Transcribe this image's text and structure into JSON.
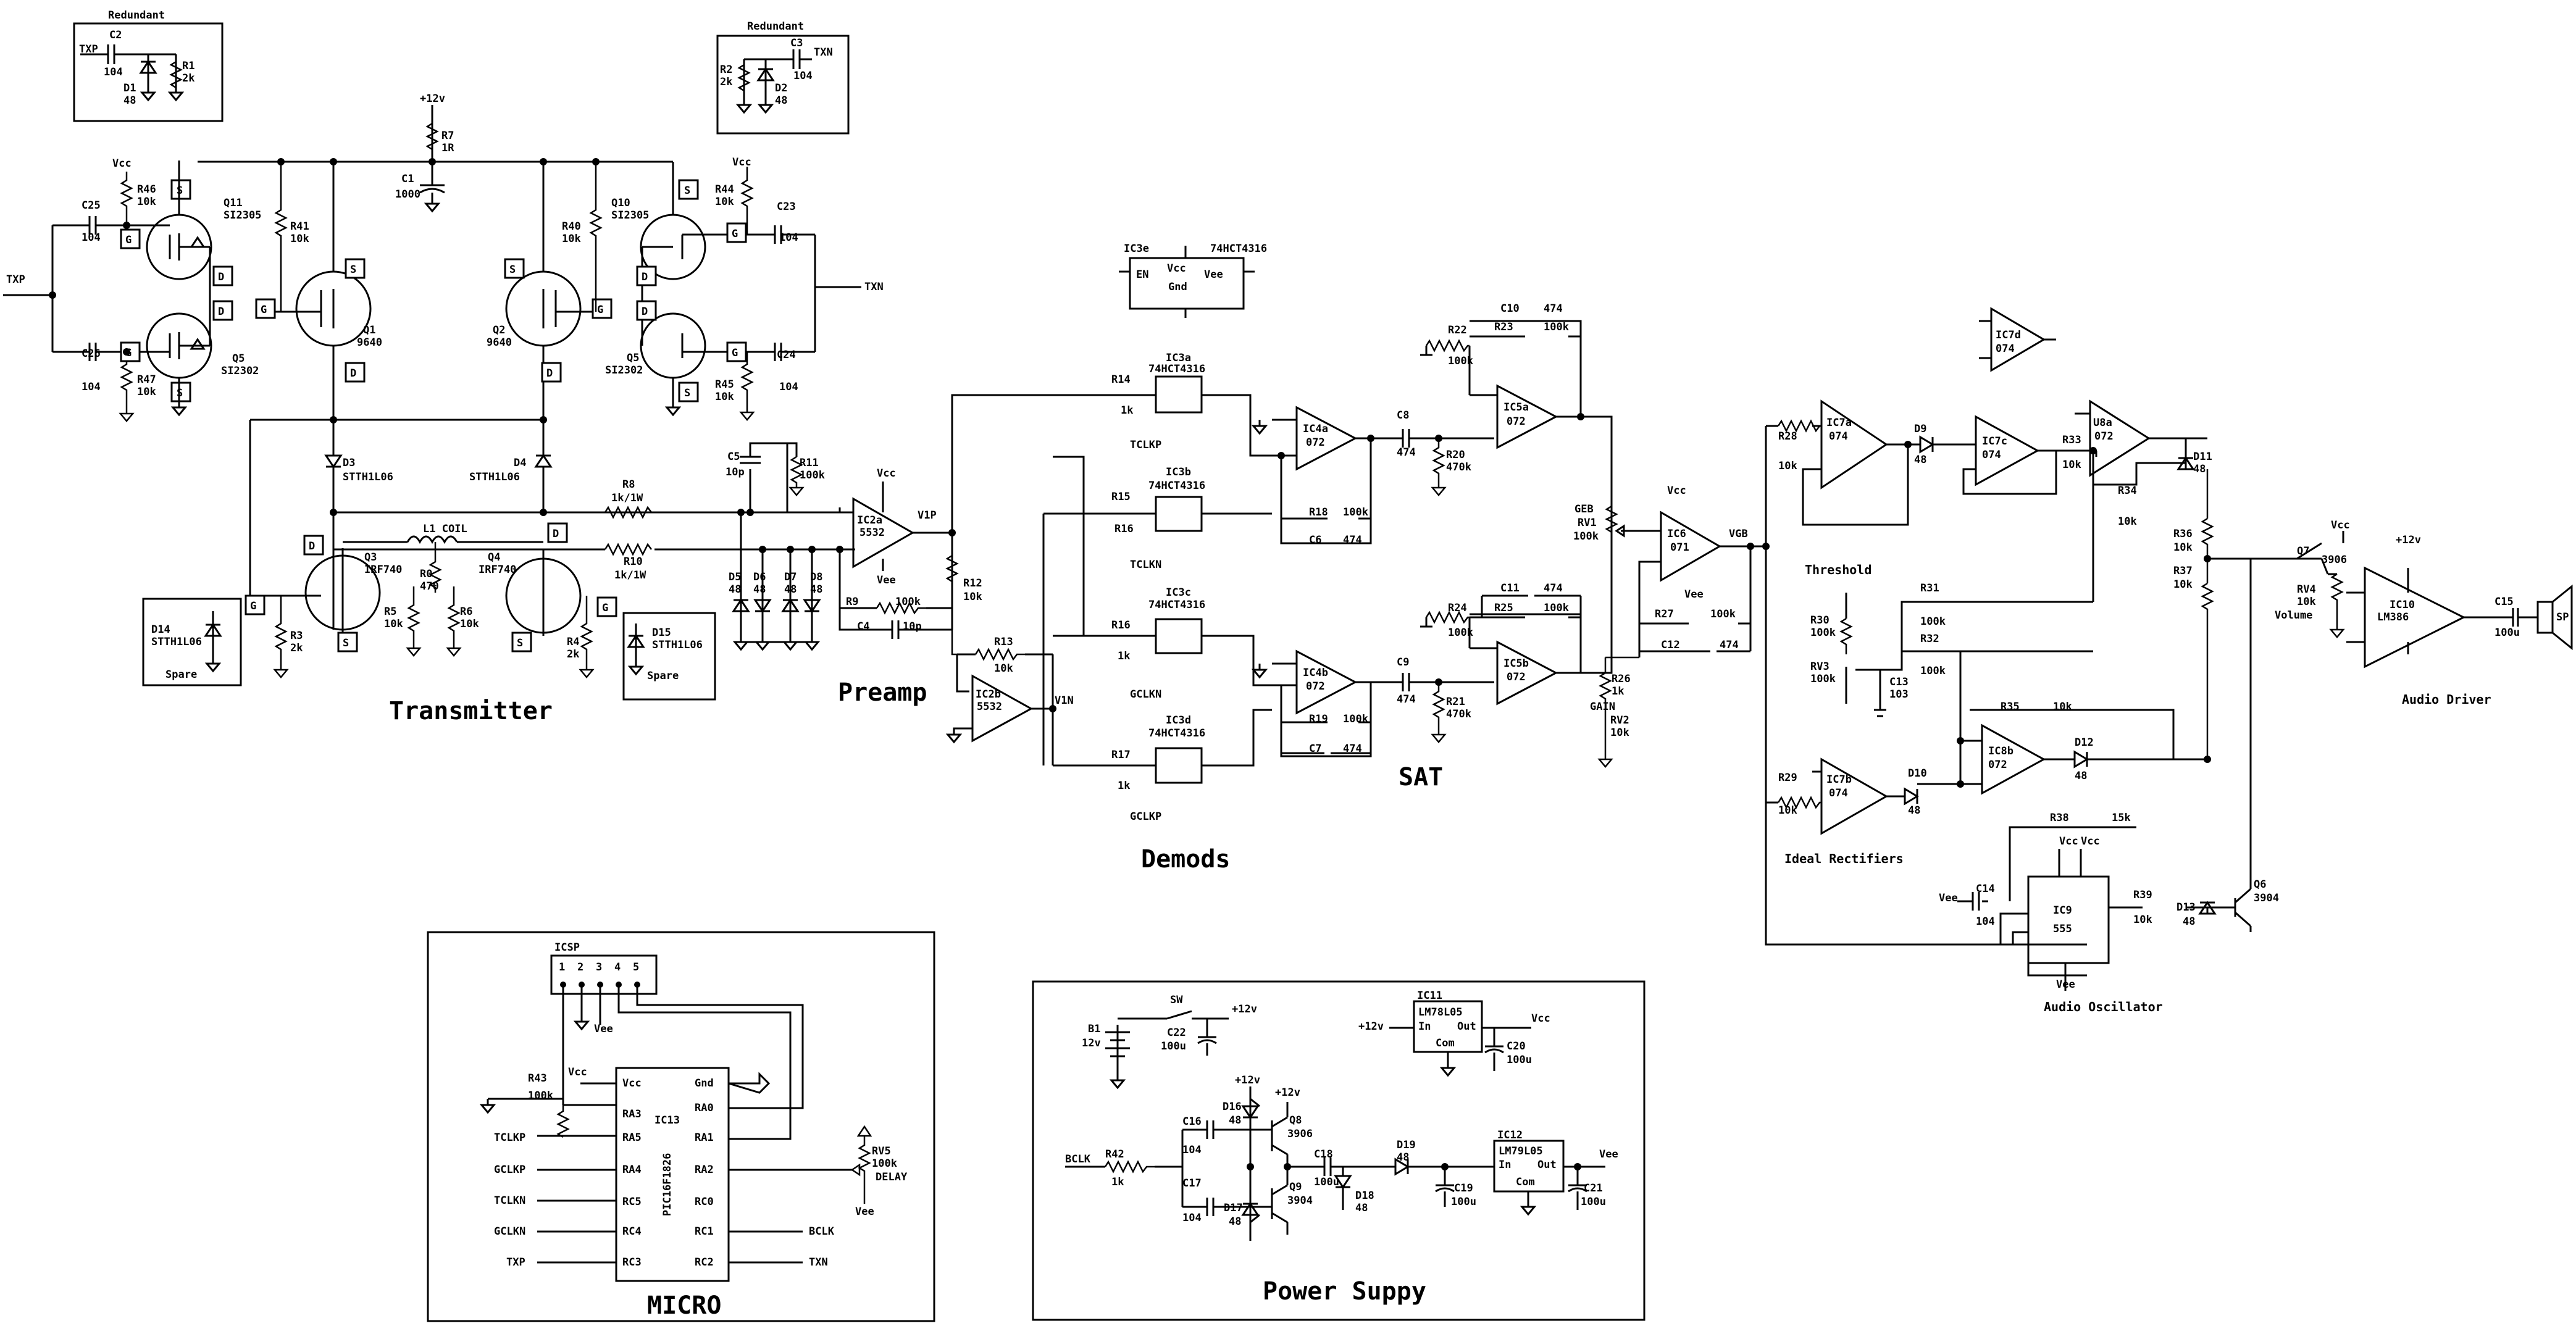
{
  "sections": {
    "transmitter": "Transmitter",
    "preamp": "Preamp",
    "demods": "Demods",
    "sat": "SAT",
    "micro": "MICRO",
    "power": "Power Suppy",
    "audio_driver": "Audio Driver",
    "audio_osc": "Audio Oscillator",
    "ideal_rect": "Ideal Rectifiers",
    "threshold": "Threshold",
    "redundant_l": "Redundant",
    "redundant_r": "Redundant",
    "spare_l": "Spare",
    "spare_r": "Spare"
  },
  "nets": {
    "txp": "TXP",
    "txn": "TXN",
    "v1p": "V1P",
    "v1n": "V1N",
    "geb": "GEB",
    "vgb": "VGB",
    "gain": "GAIN",
    "volume": "Volume",
    "delay": "DELAY",
    "bclk": "BCLK",
    "tclkp": "TCLKP",
    "tclkn": "TCLKN",
    "gclkn": "GCLKN",
    "gclkp": "GCLKP",
    "vcc": "Vcc",
    "vee": "Vee",
    "p12": "+12v",
    "icsp": "ICSP",
    "sw": "SW",
    "sp": "SP",
    "coil": "L1 COIL"
  },
  "transmitter": {
    "c2": "C2",
    "c2v": "104",
    "d1": "D1",
    "d1v": "48",
    "r1": "R1",
    "r1v": "2k",
    "r2": "R2",
    "r2v": "2k",
    "d2": "D2",
    "d2v": "48",
    "c3": "C3",
    "c3v": "104",
    "r7": "R7",
    "r7v": "1R",
    "c1": "C1",
    "c1v": "1000",
    "r46": "R46",
    "r46v": "10k",
    "c25": "C25",
    "c25v": "104",
    "q11": "Q11",
    "q11v": "SI2305",
    "r41": "R41",
    "r41v": "10k",
    "q1": "Q1",
    "q1v": "9640",
    "q2": "Q2",
    "q2v": "9640",
    "r40": "R40",
    "r40v": "10k",
    "q10": "Q10",
    "q10v": "SI2305",
    "r44": "R44",
    "r44v": "10k",
    "c23": "C23",
    "c23v": "104",
    "c26": "C26",
    "c26v": "104",
    "r47": "R47",
    "r47v": "10k",
    "q5l": "Q5",
    "q5lv": "SI2302",
    "q5r": "Q5",
    "q5rv": "SI2302",
    "r45": "R45",
    "r45v": "10k",
    "c24": "C24",
    "c24v": "104",
    "d3": "D3",
    "d3v": "STTH1L06",
    "d4": "D4",
    "d4v": "STTH1L06",
    "r8": "R8",
    "r8v": "1k/1W",
    "r10": "R10",
    "r10v": "1k/1W",
    "q3": "Q3",
    "q3v": "IRF740",
    "q4": "Q4",
    "q4v": "IRF740",
    "r0": "R0",
    "r0v": "470",
    "r5": "R5",
    "r5v": "10k",
    "r6": "R6",
    "r6v": "10k",
    "r3": "R3",
    "r3v": "2k",
    "r4": "R4",
    "r4v": "2k",
    "d14": "D14",
    "d14v": "STTH1L06",
    "d15": "D15",
    "d15v": "STTH1L06",
    "c5": "C5",
    "c5v": "10p",
    "r11": "R11",
    "r11v": "100k",
    "d5": "D5",
    "d6": "D6",
    "d7": "D7",
    "d8": "D8",
    "dv": "48",
    "pin_s": "S",
    "pin_g": "G",
    "pin_d": "D"
  },
  "preamp": {
    "ic2a": "IC2a",
    "ic2av": "5532",
    "r9": "R9",
    "r9v": "100k",
    "c4": "C4",
    "c4v": "10p",
    "r12": "R12",
    "r12v": "10k",
    "r13": "R13",
    "r13v": "10k",
    "ic2b": "IC2b",
    "ic2bv": "5532"
  },
  "demods": {
    "ic3e": "IC3e",
    "ic3ev": "74HCT4316",
    "en": "EN",
    "vccp": "Vcc",
    "veep": "Vee",
    "gnd": "Gnd",
    "ic3a": "IC3a",
    "ic3b": "IC3b",
    "ic3c": "IC3c",
    "ic3d": "IC3d",
    "part": "74HCT4316",
    "r14": "R14",
    "r15": "R15",
    "r16": "R16",
    "r17": "R17",
    "rv": "1k"
  },
  "sat": {
    "ic4a": "IC4a",
    "ic4b": "IC4b",
    "ic5a": "IC5a",
    "ic5b": "IC5b",
    "p072": "072",
    "c8": "C8",
    "c9": "C9",
    "c474": "474",
    "r20": "R20",
    "r21": "R21",
    "r470k": "470k",
    "r22": "R22",
    "r24": "R24",
    "r100k": "100k",
    "r23": "R23",
    "r25": "R25",
    "c10": "C10",
    "c11": "C11",
    "r18": "R18",
    "r19": "R19",
    "c6": "C6",
    "c7": "C7",
    "rv1": "RV1",
    "rv1v": "100k",
    "ic6": "IC6",
    "ic6v": "071",
    "r27": "R27",
    "c12": "C12",
    "r26": "R26",
    "r26v": "1k",
    "rv2": "RV2",
    "rv2v": "10k"
  },
  "rect": {
    "r28": "R28",
    "r29": "R29",
    "r10k": "10k",
    "ic7a": "IC7a",
    "ic7b": "IC7b",
    "ic7c": "IC7c",
    "ic7d": "IC7d",
    "p074": "074",
    "d9": "D9",
    "d10": "D10",
    "d11": "D11",
    "d12": "D12",
    "d13": "D13",
    "d48": "48",
    "r30": "R30",
    "rv3": "RV3",
    "c13": "C13",
    "c13v": "103",
    "r31": "R31",
    "r32": "R32",
    "r33": "R33",
    "r34": "R34",
    "r35": "R35",
    "r36": "R36",
    "r37": "R37",
    "r38": "R38",
    "r38v": "15k",
    "r39": "R39",
    "u8a": "U8a",
    "ic8b": "IC8b",
    "p072": "072",
    "ic9": "IC9",
    "ic9v": "555",
    "c14": "C14",
    "c14v": "104",
    "q6": "Q6",
    "q6v": "3904",
    "q7": "Q7",
    "q7v": "3906",
    "rv4": "RV4",
    "rv4v": "10k",
    "ic10": "IC10",
    "ic10v": "LM386",
    "c15": "C15",
    "c15v": "100u",
    "r100k": "100k"
  },
  "micro": {
    "r43": "R43",
    "r43v": "100k",
    "ic13": "IC13",
    "ic13v": "PIC16F1826",
    "rv5": "RV5",
    "rv5v": "100k",
    "pins_l": [
      "Vcc",
      "RA3",
      "RA5",
      "RA4",
      "RC5",
      "RC4",
      "RC3"
    ],
    "pins_r": [
      "Gnd",
      "RA0",
      "RA1",
      "RA2",
      "RC0",
      "RC1",
      "RC2"
    ],
    "icsp_pins": [
      "1",
      "2",
      "3",
      "4",
      "5"
    ]
  },
  "power": {
    "b1": "B1",
    "b1v": "12v",
    "c22": "C22",
    "c22v": "100u",
    "ic11": "IC11",
    "ic11v": "LM78L05",
    "c20": "C20",
    "c20v": "100u",
    "r42": "R42",
    "r42v": "1k",
    "c16": "C16",
    "c17": "C17",
    "c104": "104",
    "d16": "D16",
    "d17": "D17",
    "d18": "D18",
    "d19": "D19",
    "d48": "48",
    "q8": "Q8",
    "q8v": "3906",
    "q9": "Q9",
    "q9v": "3904",
    "c18": "C18",
    "c18v": "100u",
    "c19": "C19",
    "c19v": "100u",
    "ic12": "IC12",
    "ic12v": "LM79L05",
    "c21": "C21",
    "c21v": "100u",
    "in": "In",
    "out": "Out",
    "com": "Com"
  }
}
